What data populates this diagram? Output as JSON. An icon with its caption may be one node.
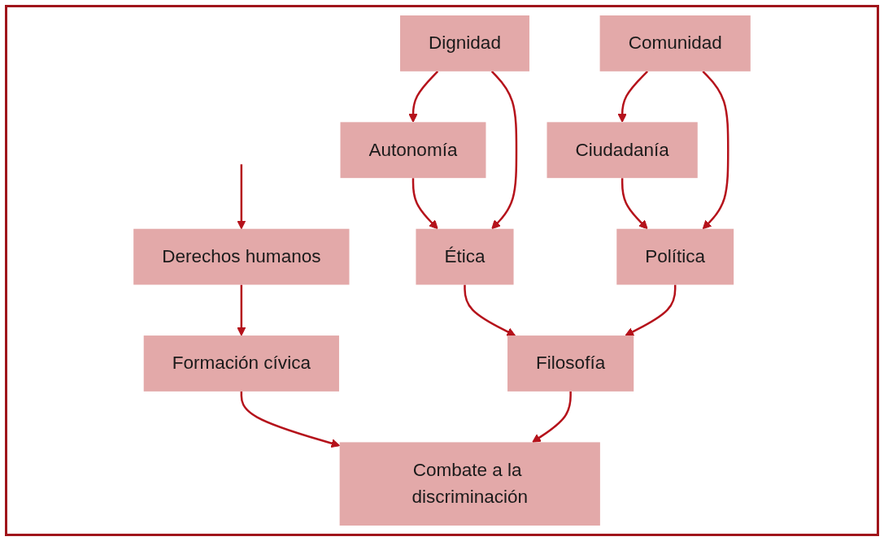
{
  "diagram": {
    "nodes": [
      {
        "text": [
          "Autonomía"
        ]
      },
      {
        "text": [
          "Dignidad"
        ]
      },
      {
        "text": [
          "Ciudadanía"
        ]
      },
      {
        "text": [
          "Comunidad"
        ]
      },
      {
        "text": [
          "Derechos humanos"
        ]
      },
      {
        "text": [
          "Ética"
        ]
      },
      {
        "text": [
          "Formación cívica"
        ]
      },
      {
        "text": [
          "Política"
        ]
      },
      {
        "text": [
          "Combate a la discriminación"
        ]
      },
      {
        "text": [
          "Filosofía"
        ]
      }
    ],
    "edges": [
      {
        "from": 1,
        "to": 0,
        "arrow": "to"
      },
      {
        "from": 3,
        "to": 2,
        "arrow": "to"
      },
      {
        "from": null,
        "to": 4,
        "arrow": "to"
      },
      {
        "from": 0,
        "to": 5,
        "arrow": "to"
      },
      {
        "from": 1,
        "to": 5,
        "arrow": "to"
      },
      {
        "from": 2,
        "to": 7,
        "arrow": "to"
      },
      {
        "from": 3,
        "to": 7,
        "arrow": "to"
      },
      {
        "from": 4,
        "to": 6,
        "arrow": "to"
      },
      {
        "from": 6,
        "to": 8,
        "arrow": "to"
      },
      {
        "from": 5,
        "to": 9,
        "arrow": "to"
      },
      {
        "from": 7,
        "to": 9,
        "arrow": "to"
      },
      {
        "from": 9,
        "to": 8,
        "arrow": "to"
      }
    ]
  }
}
